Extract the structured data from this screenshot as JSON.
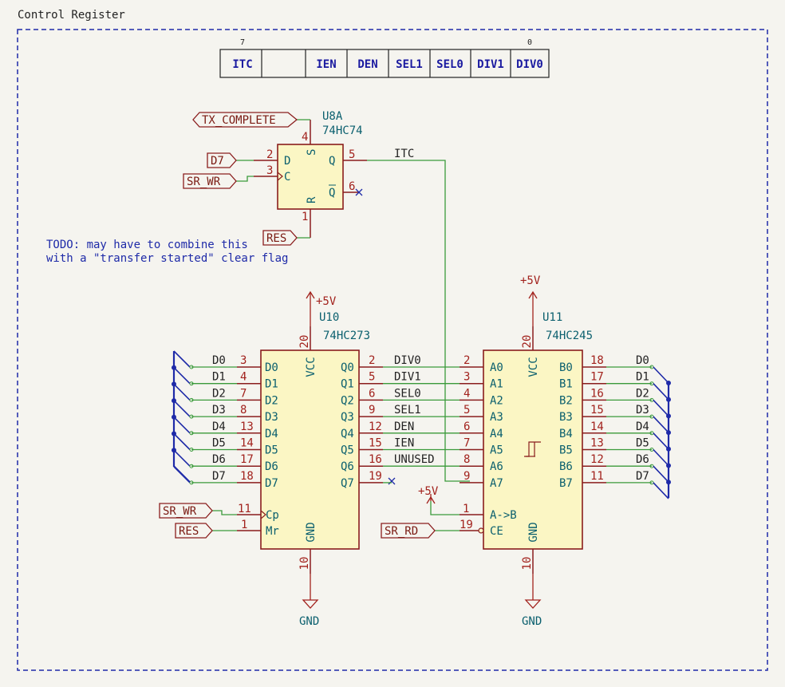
{
  "sheet": {
    "title": "Control Register",
    "note_line1": "TODO: may have to combine this",
    "note_line2": "with a \"transfer started\" clear flag"
  },
  "register": {
    "bit_high": "7",
    "bit_low": "0",
    "bits": [
      "ITC",
      "",
      "IEN",
      "DEN",
      "SEL1",
      "SEL0",
      "DIV1",
      "DIV0"
    ]
  },
  "u8a": {
    "ref": "U8A",
    "value": "74HC74",
    "pin_s": "4",
    "pin_d": "2",
    "pin_c": "3",
    "pin_r": "1",
    "pin_q": "5",
    "pin_qn": "6",
    "name_s": "S",
    "name_d": "D",
    "name_c": "C",
    "name_r": "R",
    "name_q": "Q",
    "name_qn": "Q",
    "itc_net": "ITC"
  },
  "u10": {
    "ref": "U10",
    "value": "74HC273",
    "vcc_pin": "20",
    "gnd_pin": "10",
    "vcc_name": "VCC",
    "gnd_name": "GND",
    "d_names": [
      "D0",
      "D1",
      "D2",
      "D3",
      "D4",
      "D5",
      "D6",
      "D7"
    ],
    "d_pins": [
      "3",
      "4",
      "7",
      "8",
      "13",
      "14",
      "17",
      "18"
    ],
    "q_names": [
      "Q0",
      "Q1",
      "Q2",
      "Q3",
      "Q4",
      "Q5",
      "Q6",
      "Q7"
    ],
    "q_pins": [
      "2",
      "5",
      "6",
      "9",
      "12",
      "15",
      "16",
      "19"
    ],
    "cp_name": "Cp",
    "cp_pin": "11",
    "mr_name": "Mr",
    "mr_pin": "1"
  },
  "u11": {
    "ref": "U11",
    "value": "74HC245",
    "vcc_pin": "20",
    "gnd_pin": "10",
    "vcc_name": "VCC",
    "gnd_name": "GND",
    "a_names": [
      "A0",
      "A1",
      "A2",
      "A3",
      "A4",
      "A5",
      "A6",
      "A7"
    ],
    "a_pins": [
      "2",
      "3",
      "4",
      "5",
      "6",
      "7",
      "8",
      "9"
    ],
    "b_names": [
      "B0",
      "B1",
      "B2",
      "B3",
      "B4",
      "B5",
      "B6",
      "B7"
    ],
    "b_pins": [
      "18",
      "17",
      "16",
      "15",
      "14",
      "13",
      "12",
      "11"
    ],
    "dir_name": "A->B",
    "dir_pin": "1",
    "ce_name": "CE",
    "ce_pin": "19"
  },
  "nets": {
    "left_bus": [
      "D0",
      "D1",
      "D2",
      "D3",
      "D4",
      "D5",
      "D6",
      "D7"
    ],
    "right_bus": [
      "D0",
      "D1",
      "D2",
      "D3",
      "D4",
      "D5",
      "D6",
      "D7"
    ],
    "q_nets": [
      "DIV0",
      "DIV1",
      "SEL0",
      "SEL1",
      "DEN",
      "IEN",
      "UNUSED"
    ]
  },
  "labels": {
    "tx_complete": "TX_COMPLETE",
    "d7": "D7",
    "sr_wr_1": "SR_WR",
    "res_1": "RES",
    "sr_wr_2": "SR_WR",
    "res_2": "RES",
    "sr_rd": "SR_RD"
  },
  "power": {
    "vcc_label": "+5V",
    "gnd_label": "GND"
  },
  "colors": {
    "wire": "#3a9a3a",
    "body_stroke": "#8a1d1d",
    "body_fill": "#fbf6c4",
    "pin_num": "#a2221d",
    "pin_name": "#0a5f6e",
    "bus": "#1e2aa8",
    "sheet_border": "#1e2aa8"
  }
}
